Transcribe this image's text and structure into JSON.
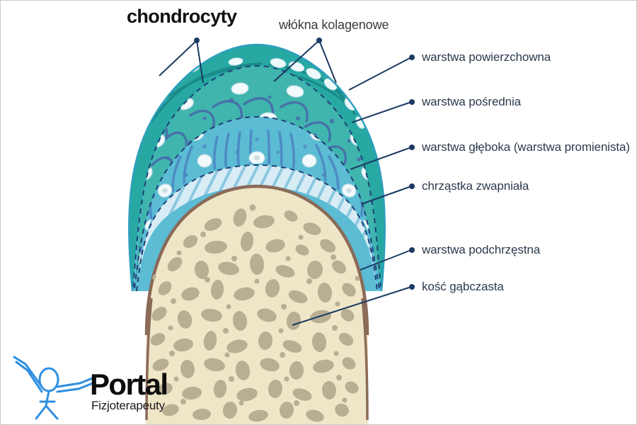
{
  "figure": {
    "kind": "anatomical-diagram",
    "subject": "articular-cartilage-zones",
    "language": "pl"
  },
  "annotations": {
    "title": "chondrocyty",
    "collagen": "włókna kolagenowe"
  },
  "callouts": [
    {
      "id": "superficial",
      "label": "warstwa powierzchowna"
    },
    {
      "id": "intermediate",
      "label": "warstwa pośrednia"
    },
    {
      "id": "deep",
      "label": "warstwa głęboka (warstwa promienista)"
    },
    {
      "id": "calcified",
      "label": "chrząstka zwapniała"
    },
    {
      "id": "subchondral",
      "label": "warstwa podchrzęstna"
    },
    {
      "id": "cancellous",
      "label": "kość gąbczasta"
    }
  ],
  "logo": {
    "brand": "Portal",
    "tagline": "Fizjoterapeuty"
  },
  "colors": {
    "superficial_band": "#1f9c9c",
    "superficial_band_dark": "#17807f",
    "intermediate_zone": "#3fb5ae",
    "deep_zone": "#5bbcd4",
    "calcified_zone": "#cfe7f2",
    "calcified_hatch": "#8cc8e0",
    "fiber": "#4a5fa8",
    "chondrocyte_fill": "#f2fafb",
    "chondrocyte_rim": "#b9d9e2",
    "subchondral_line": "#8a6a58",
    "bone_matrix": "#efe6c8",
    "bone_cortical": "#e6dcba",
    "trabecula": "#b8ae92",
    "leader_line": "#1c3a63",
    "label_text": "#2b3a4d",
    "title_text": "#111111",
    "logo_blue": "#2f8fe0",
    "frame_border": "#c9c9c9",
    "page_background": "#ffffff"
  }
}
